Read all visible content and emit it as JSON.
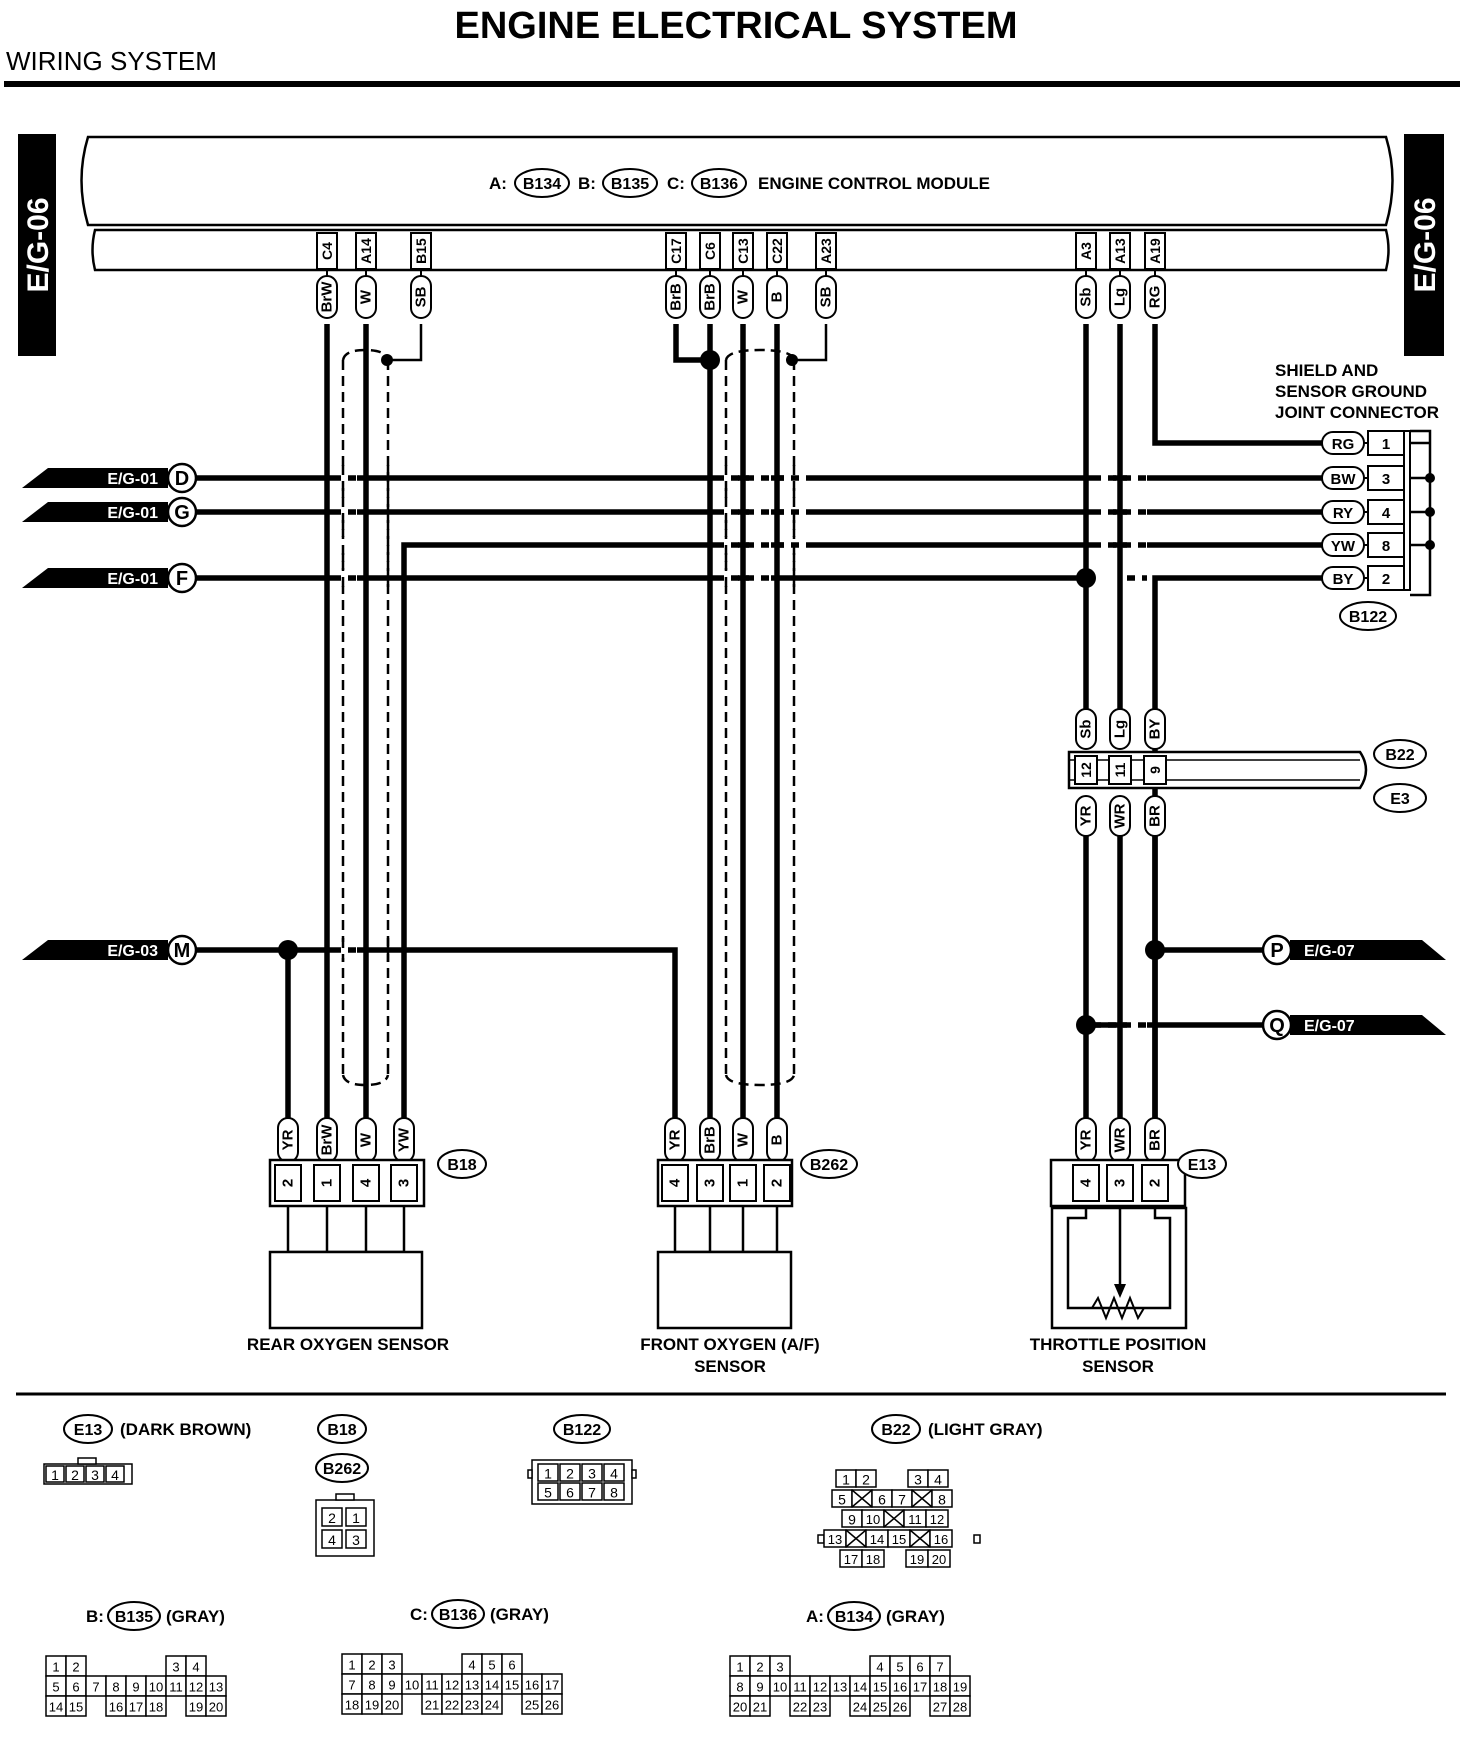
{
  "header": {
    "title": "ENGINE ELECTRICAL SYSTEM",
    "subtitle": "WIRING SYSTEM",
    "page_code": "E/G-06"
  },
  "ecm": {
    "label": "ENGINE CONTROL MODULE",
    "conn_prefixes": [
      "A:",
      "B:",
      "C:"
    ],
    "conn_ids": [
      "B134",
      "B135",
      "B136"
    ]
  },
  "ecm_pins": [
    {
      "pin": "C4",
      "color": "BrW"
    },
    {
      "pin": "A14",
      "color": "W"
    },
    {
      "pin": "B15",
      "color": "SB"
    },
    {
      "pin": "C17",
      "color": "BrB"
    },
    {
      "pin": "C6",
      "color": "BrB"
    },
    {
      "pin": "C13",
      "color": "W"
    },
    {
      "pin": "C22",
      "color": "B"
    },
    {
      "pin": "A23",
      "color": "SB"
    },
    {
      "pin": "A3",
      "color": "Sb"
    },
    {
      "pin": "A13",
      "color": "Lg"
    },
    {
      "pin": "A19",
      "color": "RG"
    }
  ],
  "left_refs": [
    {
      "ref": "E/G-01",
      "letter": "D"
    },
    {
      "ref": "E/G-01",
      "letter": "G"
    },
    {
      "ref": "E/G-01",
      "letter": "F"
    },
    {
      "ref": "E/G-03",
      "letter": "M"
    }
  ],
  "right_refs": [
    {
      "ref": "E/G-07",
      "letter": "P"
    },
    {
      "ref": "E/G-07",
      "letter": "Q"
    }
  ],
  "joint_connector": {
    "title_lines": [
      "SHIELD AND",
      "SENSOR GROUND",
      "JOINT CONNECTOR"
    ],
    "id": "B122",
    "rows": [
      {
        "color": "RG",
        "pin": "1"
      },
      {
        "color": "BW",
        "pin": "3"
      },
      {
        "color": "RY",
        "pin": "4"
      },
      {
        "color": "YW",
        "pin": "8"
      },
      {
        "color": "BY",
        "pin": "2"
      }
    ]
  },
  "inline_connector": {
    "ids": [
      "B22",
      "E3"
    ],
    "top_colors": [
      "Sb",
      "Lg",
      "BY"
    ],
    "pins": [
      "12",
      "11",
      "9"
    ],
    "bottom_colors": [
      "YR",
      "WR",
      "BR"
    ]
  },
  "sensors": [
    {
      "name_lines": [
        "REAR OXYGEN SENSOR"
      ],
      "conn": "B18",
      "colors": [
        "YR",
        "BrW",
        "W",
        "YW"
      ],
      "pins": [
        "2",
        "1",
        "4",
        "3"
      ]
    },
    {
      "name_lines": [
        "FRONT OXYGEN (A/F)",
        "SENSOR"
      ],
      "conn": "B262",
      "colors": [
        "YR",
        "BrB",
        "W",
        "B"
      ],
      "pins": [
        "4",
        "3",
        "1",
        "2"
      ]
    },
    {
      "name_lines": [
        "THROTTLE POSITION",
        "SENSOR"
      ],
      "conn": "E13",
      "colors": [
        "YR",
        "WR",
        "BR"
      ],
      "pins": [
        "4",
        "3",
        "2"
      ]
    }
  ],
  "connector_views": {
    "e13": {
      "id": "E13",
      "note": "(DARK BROWN)",
      "pins": [
        "1",
        "2",
        "3",
        "4"
      ]
    },
    "b18": {
      "id": "B18"
    },
    "b262": {
      "id": "B262",
      "pins": [
        "2",
        "1",
        "4",
        "3"
      ]
    },
    "b122": {
      "id": "B122",
      "pins": [
        "1",
        "2",
        "3",
        "4",
        "5",
        "6",
        "7",
        "8"
      ]
    },
    "b22": {
      "id": "B22",
      "note": "(LIGHT GRAY)",
      "pins": [
        "1",
        "2",
        "3",
        "4",
        "5",
        "6",
        "7",
        "8",
        "9",
        "10",
        "11",
        "12",
        "13",
        "14",
        "15",
        "16",
        "17",
        "18",
        "19",
        "20"
      ]
    },
    "b135": {
      "prefix": "B:",
      "id": "B135",
      "note": "(GRAY)",
      "rows": [
        [
          "1",
          "2",
          "",
          "",
          "",
          "",
          "3",
          "4"
        ],
        [
          "5",
          "6",
          "7",
          "8",
          "9",
          "10",
          "11",
          "12",
          "13"
        ],
        [
          "14",
          "15",
          "",
          "16",
          "17",
          "18",
          "",
          "19",
          "20"
        ]
      ]
    },
    "b136": {
      "prefix": "C:",
      "id": "B136",
      "note": "(GRAY)",
      "rows": [
        [
          "1",
          "2",
          "3",
          "",
          "",
          "",
          "4",
          "5",
          "6"
        ],
        [
          "7",
          "8",
          "9",
          "10",
          "11",
          "12",
          "13",
          "14",
          "15",
          "16",
          "17"
        ],
        [
          "18",
          "19",
          "20",
          "",
          "21",
          "22",
          "23",
          "24",
          "",
          "25",
          "26"
        ]
      ]
    },
    "b134": {
      "prefix": "A:",
      "id": "B134",
      "note": "(GRAY)",
      "rows": [
        [
          "1",
          "2",
          "3",
          "",
          "",
          "",
          "",
          "4",
          "5",
          "6",
          "7"
        ],
        [
          "8",
          "9",
          "10",
          "11",
          "12",
          "13",
          "14",
          "15",
          "16",
          "17",
          "18",
          "19"
        ],
        [
          "20",
          "21",
          "",
          "22",
          "23",
          "",
          "24",
          "25",
          "26",
          "",
          "27",
          "28"
        ]
      ]
    }
  }
}
